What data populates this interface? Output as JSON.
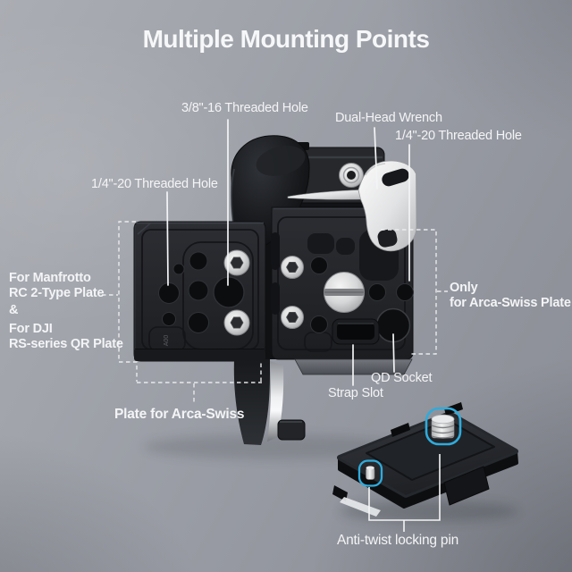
{
  "title": "Multiple Mounting Points",
  "labels": {
    "threaded_38": "3/8\"-16 Threaded Hole",
    "dual_head_wrench": "Dual-Head Wrench",
    "threaded_14_right": "1/4\"-20 Threaded Hole",
    "threaded_14_left": "1/4\"-20 Threaded Hole",
    "manfrotto": "For Manfrotto\nRC 2-Type Plate",
    "ampersand": "&",
    "dji": "For DJI\nRS-series QR Plate",
    "only_arca": "Only\nfor Arca-Swiss Plate",
    "plate_arca": "Plate for Arca-Swiss",
    "qd_socket": "QD Socket",
    "strap_slot": "Strap Slot",
    "anti_twist": "Anti-twist locking pin"
  },
  "product": {
    "engraving": "A00"
  },
  "colors": {
    "background": "#9a9da5",
    "text": "#f3f4f6",
    "plate_black": "#24262a",
    "silver": "#d9dadb",
    "highlight_cyan": "#2fabdc"
  }
}
